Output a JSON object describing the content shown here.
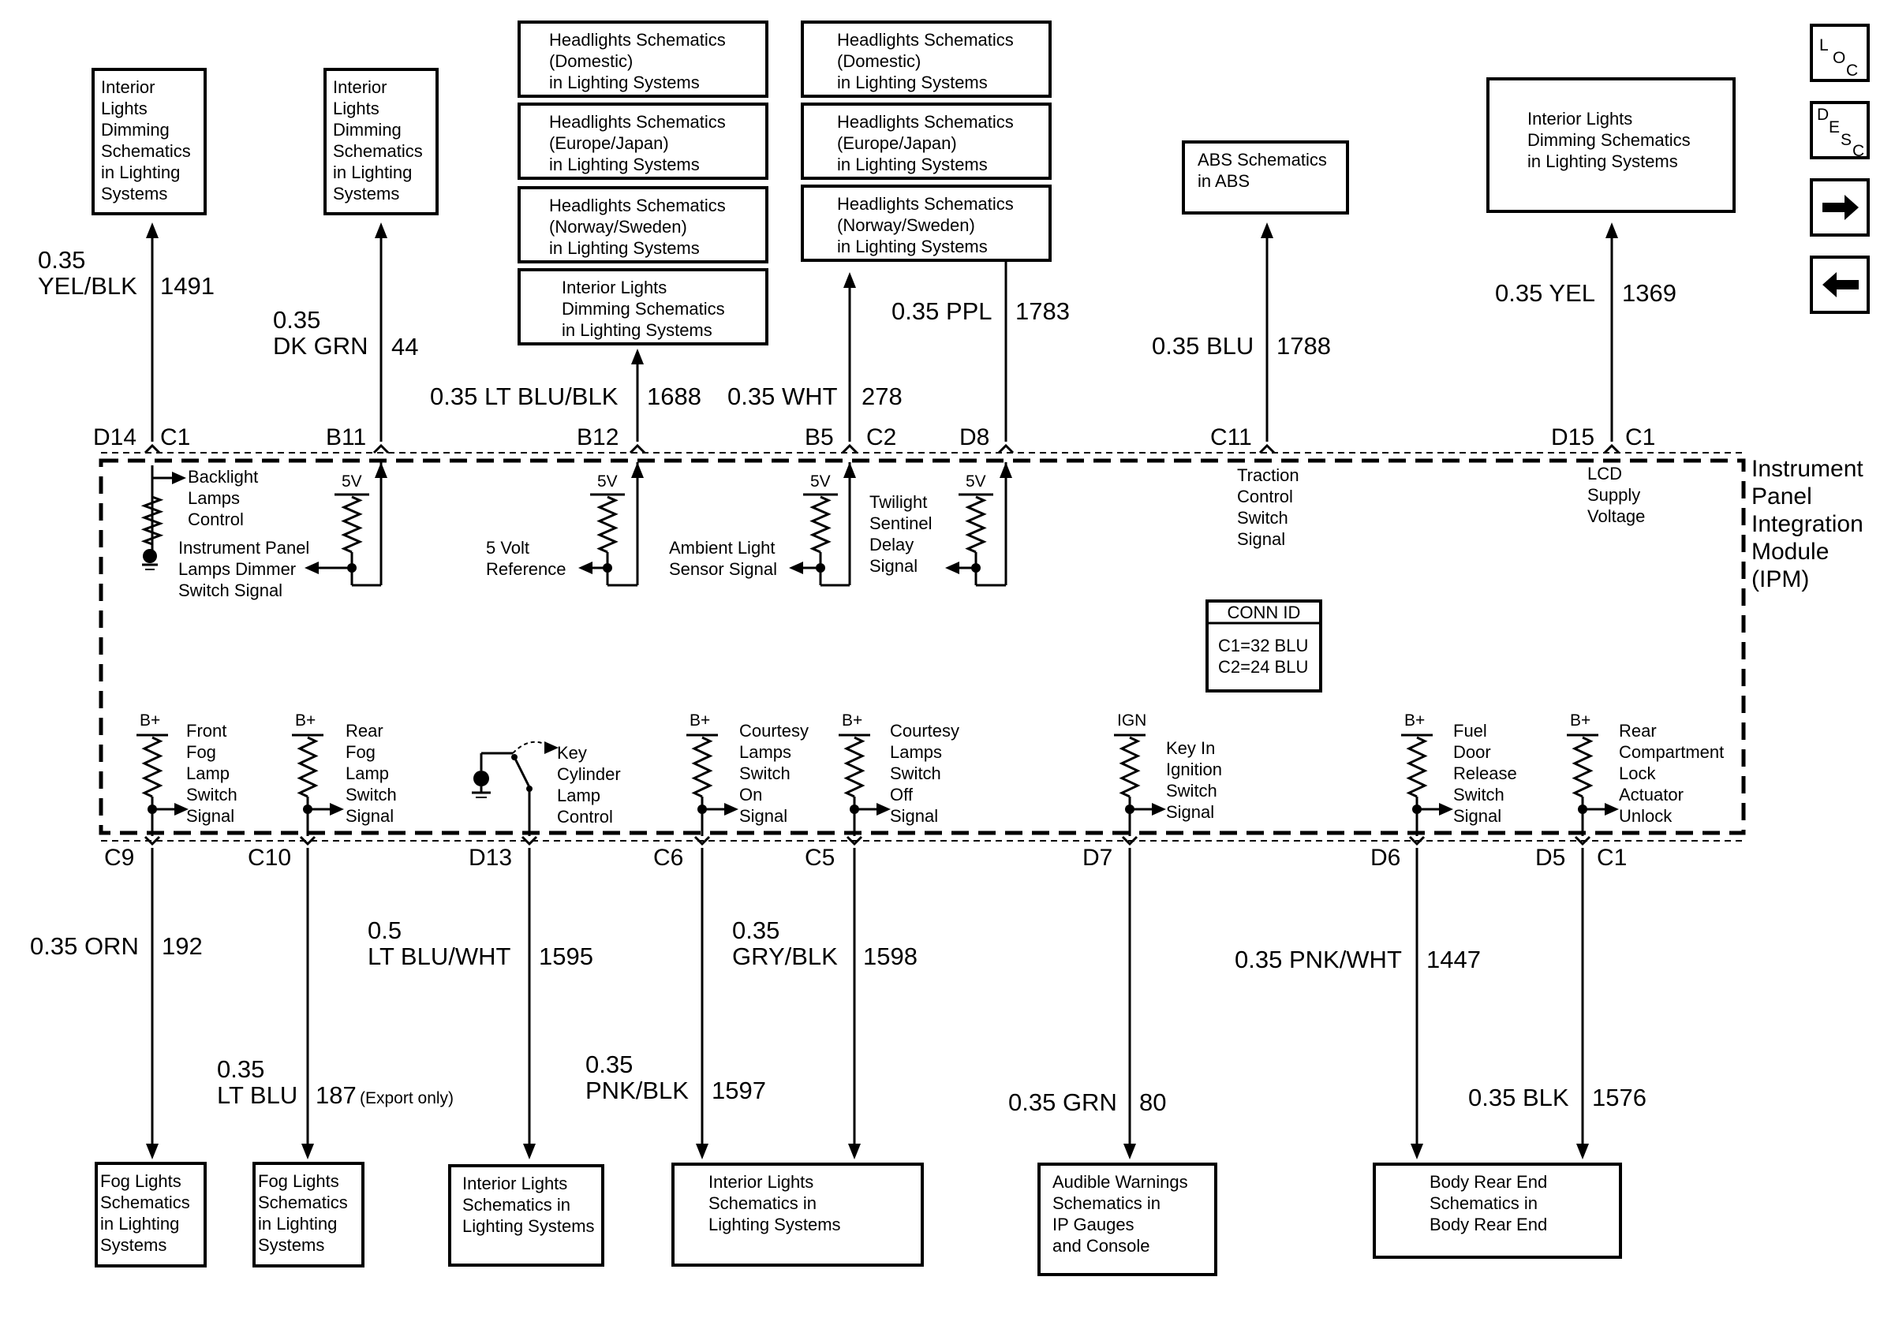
{
  "module": {
    "name_lines": [
      "Instrument",
      "Panel",
      "Integration",
      "Module",
      "(IPM)"
    ],
    "conn_id": {
      "title": "CONN ID",
      "lines": [
        "C1=32 BLU",
        "C2=24 BLU"
      ]
    }
  },
  "nav": {
    "loc": [
      "L",
      "O",
      "C"
    ],
    "desc": [
      "D",
      "E",
      "S",
      "C"
    ]
  },
  "top_circuits": [
    {
      "pin": "D14",
      "conn": "C1",
      "wire_lines": [
        "0.35",
        "YEL/BLK"
      ],
      "circuit": "1491",
      "dest_lines": [
        "Interior",
        "Lights",
        "Dimming",
        "Schematics",
        "in Lighting",
        "Systems"
      ],
      "signal_lines": [
        "Backlight",
        "Lamps",
        "Control"
      ],
      "signal2_lines": [
        "Instrument Panel",
        "Lamps Dimmer",
        "Switch Signal"
      ]
    },
    {
      "pin": "B11",
      "conn": "",
      "wire_lines": [
        "0.35",
        "DK GRN"
      ],
      "circuit": "44",
      "dest_lines": [
        "Interior",
        "Lights",
        "Dimming",
        "Schematics",
        "in Lighting",
        "Systems"
      ],
      "pullup": "5V"
    },
    {
      "pin": "B12",
      "conn": "",
      "wire_lines": [
        "0.35 LT BLU/BLK"
      ],
      "circuit": "1688",
      "dest_stack": [
        [
          "Headlights Schematics",
          "(Domestic)",
          "in Lighting Systems"
        ],
        [
          "Headlights Schematics",
          "(Europe/Japan)",
          "in Lighting Systems"
        ],
        [
          "Headlights Schematics",
          "(Norway/Sweden)",
          "in Lighting Systems"
        ],
        [
          "Interior Lights",
          "Dimming Schematics",
          "in Lighting Systems"
        ]
      ],
      "pullup": "5V",
      "signal_lines": [
        "5 Volt",
        "Reference"
      ]
    },
    {
      "pin": "B5",
      "conn": "C2",
      "wire_lines": [
        "0.35 WHT"
      ],
      "circuit": "278",
      "dest_stack": [
        [
          "Headlights Schematics",
          "(Domestic)",
          "in Lighting Systems"
        ],
        [
          "Headlights Schematics",
          "(Europe/Japan)",
          "in Lighting Systems"
        ],
        [
          "Headlights Schematics",
          "(Norway/Sweden)",
          "in Lighting Systems"
        ]
      ],
      "pullup": "5V",
      "signal_lines": [
        "Ambient Light",
        "Sensor Signal"
      ]
    },
    {
      "pin": "D8",
      "conn": "",
      "wire_lines": [
        "0.35 PPL"
      ],
      "circuit": "1783",
      "pullup": "5V",
      "signal_lines": [
        "Twilight",
        "Sentinel",
        "Delay",
        "Signal"
      ]
    },
    {
      "pin": "C11",
      "conn": "",
      "wire_lines": [
        "0.35 BLU"
      ],
      "circuit": "1788",
      "dest_lines": [
        "ABS Schematics",
        "in ABS"
      ],
      "signal_lines": [
        "Traction",
        "Control",
        "Switch",
        "Signal"
      ]
    },
    {
      "pin": "D15",
      "conn": "C1",
      "wire_lines": [
        "0.35 YEL"
      ],
      "circuit": "1369",
      "dest_lines": [
        "Interior Lights",
        "Dimming Schematics",
        "in Lighting Systems"
      ],
      "signal_lines": [
        "LCD",
        "Supply",
        "Voltage"
      ]
    }
  ],
  "bottom_circuits": [
    {
      "pin": "C9",
      "conn": "",
      "wire_lines": [
        "0.35 ORN"
      ],
      "circuit": "192",
      "circuit_note": "",
      "supply": "B+",
      "signal_lines": [
        "Front",
        "Fog",
        "Lamp",
        "Switch",
        "Signal"
      ]
    },
    {
      "pin": "C10",
      "conn": "",
      "wire_lines": [
        "0.35",
        "LT BLU"
      ],
      "circuit": "187",
      "circuit_note": "(Export only)",
      "supply": "B+",
      "signal_lines": [
        "Rear",
        "Fog",
        "Lamp",
        "Switch",
        "Signal"
      ]
    },
    {
      "pin": "D13",
      "conn": "",
      "wire_lines": [
        "0.5",
        "LT BLU/WHT"
      ],
      "circuit": "1595",
      "circuit_note": "",
      "supply": "",
      "signal_lines": [
        "Key",
        "Cylinder",
        "Lamp",
        "Control"
      ]
    },
    {
      "pin": "C6",
      "conn": "",
      "wire_lines": [
        "0.35",
        "PNK/BLK"
      ],
      "circuit": "1597",
      "circuit_note": "",
      "supply": "B+",
      "signal_lines": [
        "Courtesy",
        "Lamps",
        "Switch",
        "On",
        "Signal"
      ]
    },
    {
      "pin": "C5",
      "conn": "",
      "wire_lines": [
        "0.35",
        "GRY/BLK"
      ],
      "circuit": "1598",
      "circuit_note": "",
      "supply": "B+",
      "signal_lines": [
        "Courtesy",
        "Lamps",
        "Switch",
        "Off",
        "Signal"
      ]
    },
    {
      "pin": "D7",
      "conn": "",
      "wire_lines": [
        "0.35 GRN"
      ],
      "circuit": "80",
      "circuit_note": "",
      "supply": "IGN",
      "signal_lines": [
        "Key In",
        "Ignition",
        "Switch",
        "Signal"
      ]
    },
    {
      "pin": "D6",
      "conn": "",
      "wire_lines": [
        "0.35 PNK/WHT"
      ],
      "circuit": "1447",
      "circuit_note": "",
      "supply": "B+",
      "signal_lines": [
        "Fuel",
        "Door",
        "Release",
        "Switch",
        "Signal"
      ]
    },
    {
      "pin": "D5",
      "conn": "C1",
      "wire_lines": [
        "0.35 BLK"
      ],
      "circuit": "1576",
      "circuit_note": "",
      "supply": "B+",
      "signal_lines": [
        "Rear",
        "Compartment",
        "Lock",
        "Actuator",
        "Unlock"
      ]
    }
  ],
  "bottom_destinations": [
    {
      "lines": [
        "Fog Lights",
        "Schematics",
        "in Lighting",
        "Systems"
      ]
    },
    {
      "lines": [
        "Fog Lights",
        "Schematics",
        "in Lighting",
        "Systems"
      ]
    },
    {
      "lines": [
        "Interior Lights",
        "Schematics in",
        "Lighting Systems"
      ]
    },
    {
      "lines": [
        "Interior Lights",
        "Schematics in",
        "Lighting Systems"
      ]
    },
    {
      "lines": [
        "Audible Warnings",
        "Schematics in",
        "IP Gauges",
        "and Console"
      ]
    },
    {
      "lines": [
        "Body Rear End",
        "Schematics in",
        "Body Rear End"
      ]
    }
  ]
}
